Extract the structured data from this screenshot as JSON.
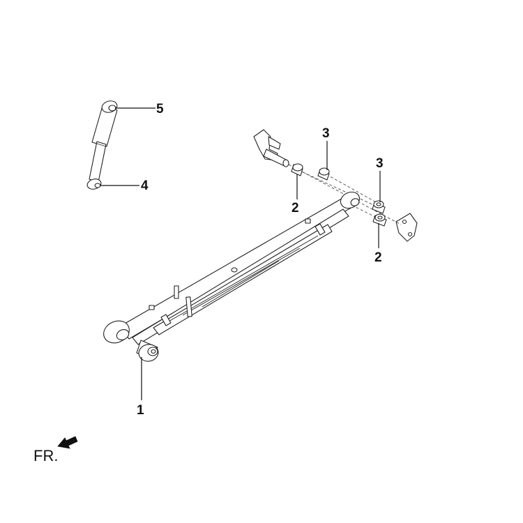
{
  "callouts": {
    "c1": "1",
    "c2a": "2",
    "c2b": "2",
    "c3a": "3",
    "c3b": "3",
    "c4": "4",
    "c5": "5"
  },
  "front_label": "FR."
}
